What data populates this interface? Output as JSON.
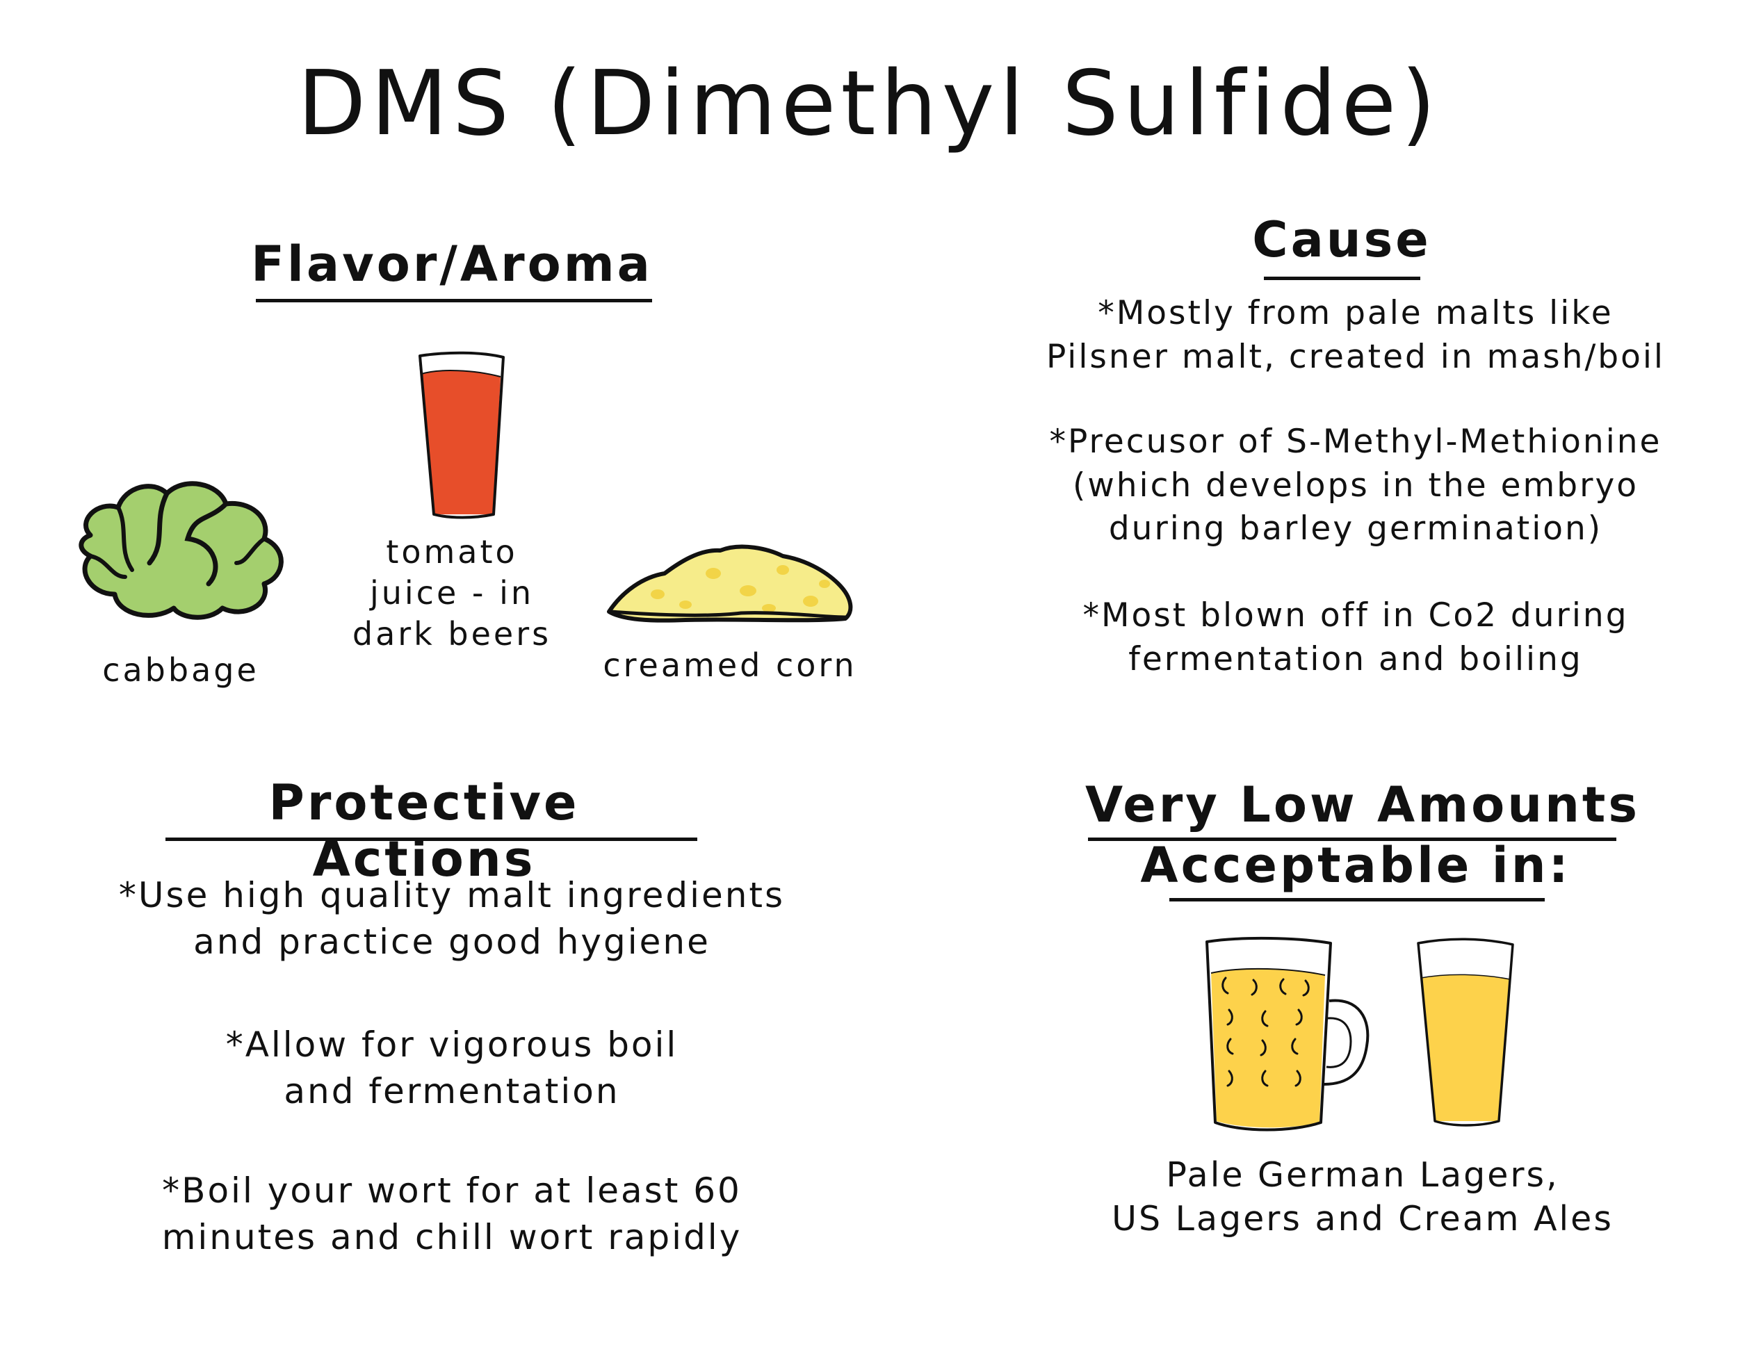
{
  "title": "DMS (Dimethyl Sulfide)",
  "flavor": {
    "heading": "Flavor/Aroma",
    "items": [
      {
        "label": "cabbage",
        "icon": "cabbage-icon"
      },
      {
        "label_lines": [
          "tomato",
          "juice - in",
          "dark beers"
        ],
        "icon": "tomato-juice-glass-icon"
      },
      {
        "label": "creamed corn",
        "icon": "creamed-corn-icon"
      }
    ]
  },
  "cause": {
    "heading": "Cause",
    "points": [
      [
        "*Mostly from pale malts like",
        "Pilsner malt, created in mash/boil"
      ],
      [
        "*Precusor of S-Methyl-Methionine",
        "(which develops in the embryo",
        "during barley germination)"
      ],
      [
        "*Most blown off in Co2 during",
        "fermentation and boiling"
      ]
    ]
  },
  "protective": {
    "heading": "Protective Actions",
    "points": [
      [
        "*Use high quality malt ingredients",
        "and practice good hygiene"
      ],
      [
        "*Allow for vigorous boil",
        "and fermentation"
      ],
      [
        "*Boil your wort for at least 60",
        "minutes and chill wort rapidly"
      ]
    ]
  },
  "acceptable": {
    "heading_lines": [
      "Very Low Amounts",
      "Acceptable in:"
    ],
    "caption_lines": [
      "Pale German Lagers,",
      "US Lagers and Cream Ales"
    ],
    "icons": [
      "beer-mug-icon",
      "pint-glass-icon"
    ]
  },
  "colors": {
    "ink": "#111111",
    "cabbage_green": "#a4cf6e",
    "tomato_red": "#e74e2a",
    "corn_yellow": "#f6ec8a",
    "corn_kernel": "#f2d447",
    "beer_yellow": "#fdd24b"
  }
}
